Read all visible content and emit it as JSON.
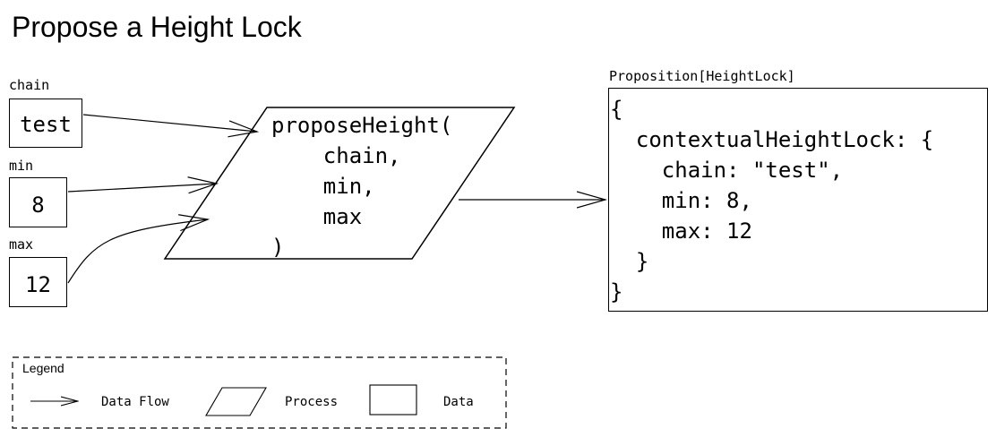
{
  "title": "Propose a Height Lock",
  "inputs": [
    {
      "label": "chain",
      "value": "test"
    },
    {
      "label": "min",
      "value": "8"
    },
    {
      "label": "max",
      "value": "12"
    }
  ],
  "process": {
    "lines": [
      "proposeHeight(",
      "    chain,",
      "    min,",
      "    max",
      ")"
    ]
  },
  "output": {
    "label": "Proposition[HeightLock]",
    "lines": [
      "{",
      "  contextualHeightLock: {",
      "    chain: \"test\",",
      "    min: 8,",
      "    max: 12",
      "  }",
      "}"
    ]
  },
  "legend": {
    "title": "Legend",
    "data_flow": "Data Flow",
    "process": "Process",
    "data": "Data"
  }
}
